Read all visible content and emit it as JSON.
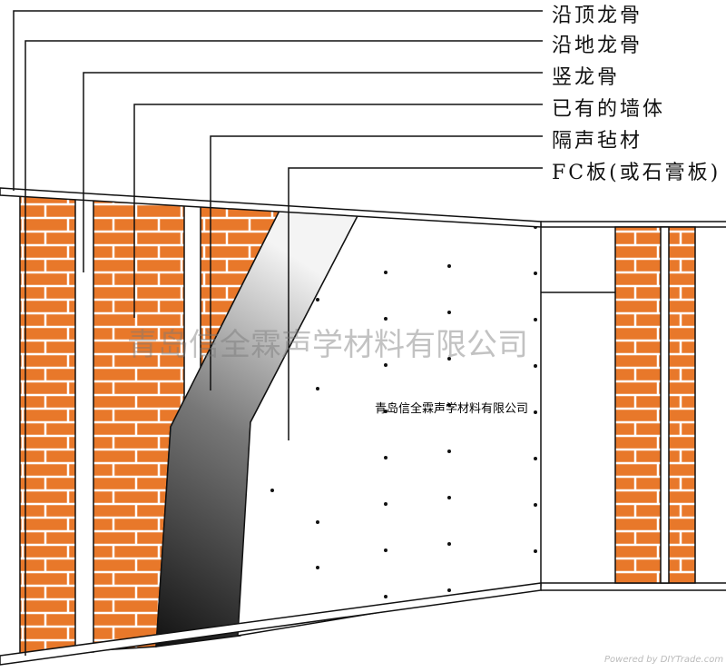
{
  "labels": [
    "沿顶龙骨",
    "沿地龙骨",
    "竖龙骨",
    "已有的墙体",
    "隔声毡材",
    "FC板(或石膏板)"
  ],
  "watermark_large": "青岛信全霖声学材料有限公司",
  "watermark_small": "青岛信全霖声学材料有限公司",
  "footer": "Powered by DIYTrade.com",
  "colors": {
    "brick": "#e8782a",
    "mortar": "#ffffff",
    "outline": "#111111",
    "insulation_dark": "#1a1a1a",
    "insulation_light": "#f2f2f2"
  }
}
